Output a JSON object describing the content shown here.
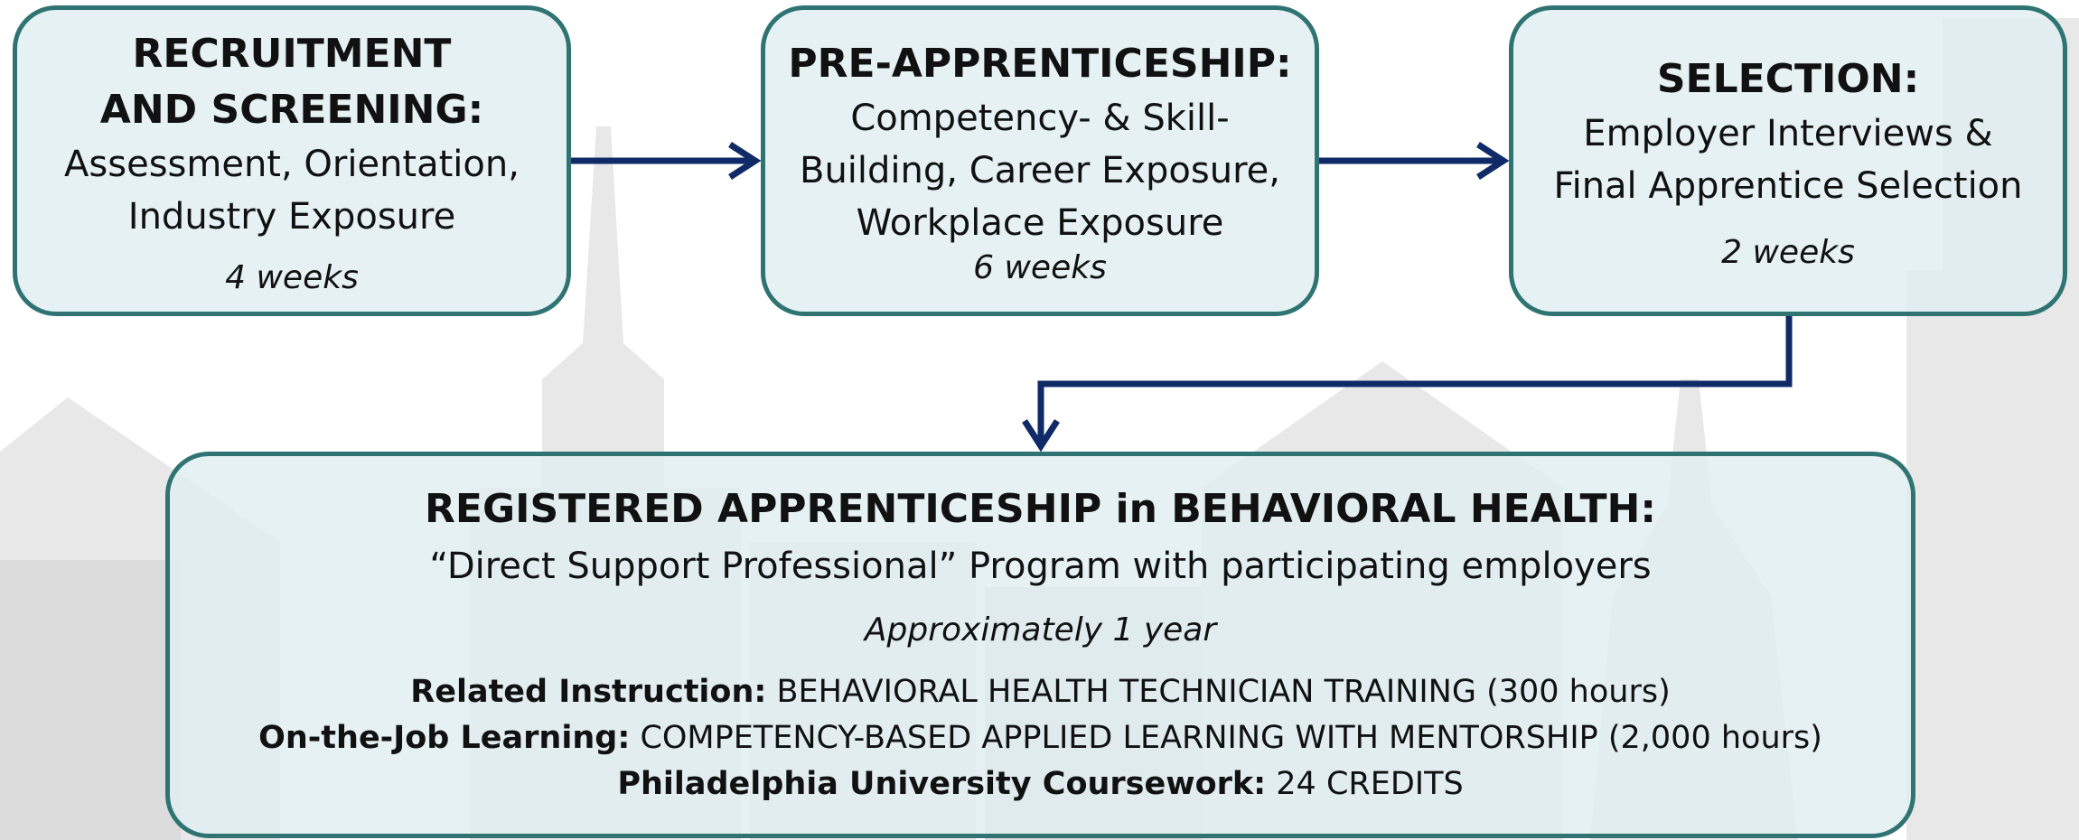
{
  "colors": {
    "box_border": "#2f7373",
    "box_fill": "#e0eef1",
    "arrow": "#0f2a66",
    "silhouette": "#e7e7e7"
  },
  "boxes": {
    "recruitment": {
      "title": "RECRUITMENT AND SCREENING:",
      "body": "Assessment, Orientation, Industry Exposure",
      "duration": "4 weeks"
    },
    "pre_apprenticeship": {
      "title": "PRE-APPRENTICESHIP:",
      "body": "Competency- & Skill-Building, Career Exposure, Workplace Exposure",
      "duration": "6 weeks"
    },
    "selection": {
      "title": "SELECTION:",
      "body": "Employer Interviews & Final Apprentice Selection",
      "duration": "2 weeks"
    },
    "registered": {
      "title": "REGISTERED APPRENTICESHIP in BEHAVIORAL HEALTH:",
      "body": "“Direct Support Professional” Program with participating employers",
      "duration": "Approximately 1 year",
      "details": [
        {
          "label": "Related Instruction:",
          "text": " BEHAVIORAL HEALTH TECHNICIAN TRAINING (300 hours)"
        },
        {
          "label": "On-the-Job Learning:",
          "text": " COMPETENCY-BASED APPLIED LEARNING WITH MENTORSHIP (2,000 hours)"
        },
        {
          "label": "Philadelphia University Coursework:",
          "text": " 24 CREDITS"
        }
      ]
    }
  }
}
